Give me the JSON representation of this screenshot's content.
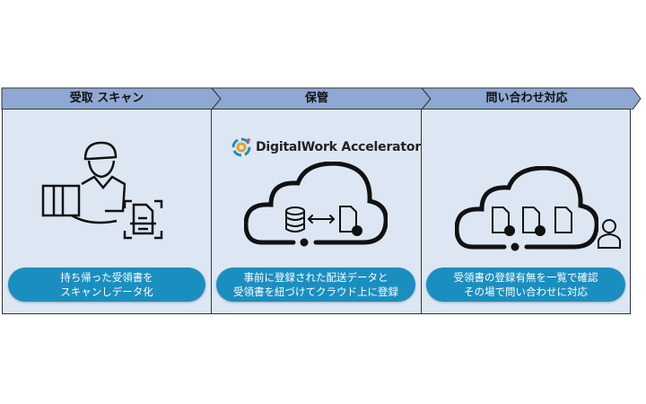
{
  "steps": [
    {
      "title": "受取 スキャン",
      "description_lines": [
        "持ち帰った受領書を",
        "スキャンしデータ化"
      ]
    },
    {
      "title": "保管",
      "description_lines": [
        "事前に登録された配送データと",
        "受領書を紐づけてクラウド上に登録"
      ]
    },
    {
      "title": "問い合わせ対応",
      "description_lines": [
        "受領書の登録有無を一覧で確認",
        "その場で問い合わせに対応"
      ]
    }
  ],
  "logo": {
    "text": "DigitalWork Accelerator"
  },
  "colors": {
    "header": "#8fa8d3",
    "panel": "#dde7f3",
    "pill": "#1b8ec0"
  }
}
